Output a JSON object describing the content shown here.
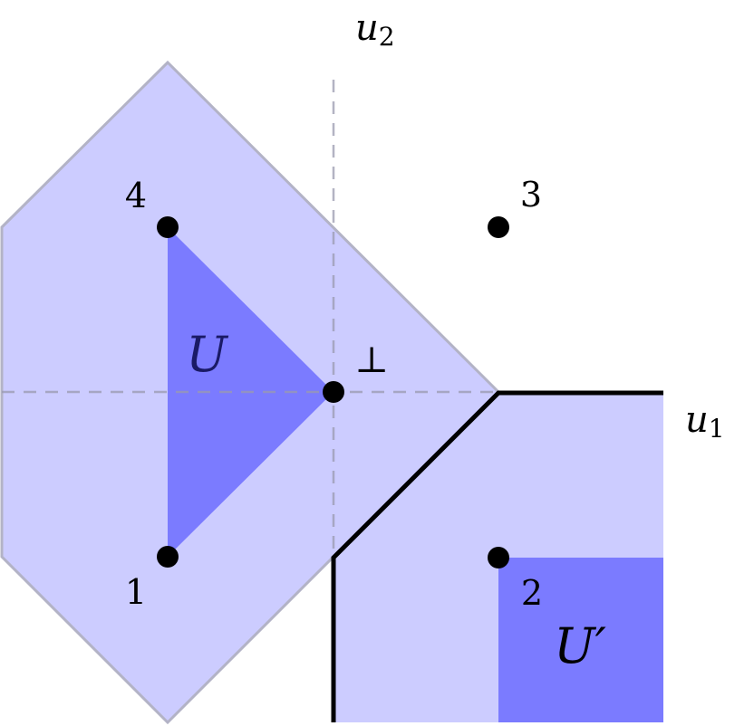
{
  "colors": {
    "light_region": "#ccccff",
    "dark_region": "#7b7bff",
    "hexagon_outline": "#b3b3c6",
    "axis_dash": "#b8b8c8",
    "boundary": "#000000",
    "point": "#000000",
    "region_label": "#1a1a66"
  },
  "labels": {
    "u1": "u",
    "u1_sub": "1",
    "u2": "u",
    "u2_sub": "2",
    "bottom": "⊥",
    "U": "U",
    "U_prime": "U′"
  },
  "points": [
    {
      "id": "bottom",
      "label": ""
    },
    {
      "id": "p1",
      "label": "1"
    },
    {
      "id": "p2",
      "label": "2"
    },
    {
      "id": "p3",
      "label": "3"
    },
    {
      "id": "p4",
      "label": "4"
    }
  ]
}
